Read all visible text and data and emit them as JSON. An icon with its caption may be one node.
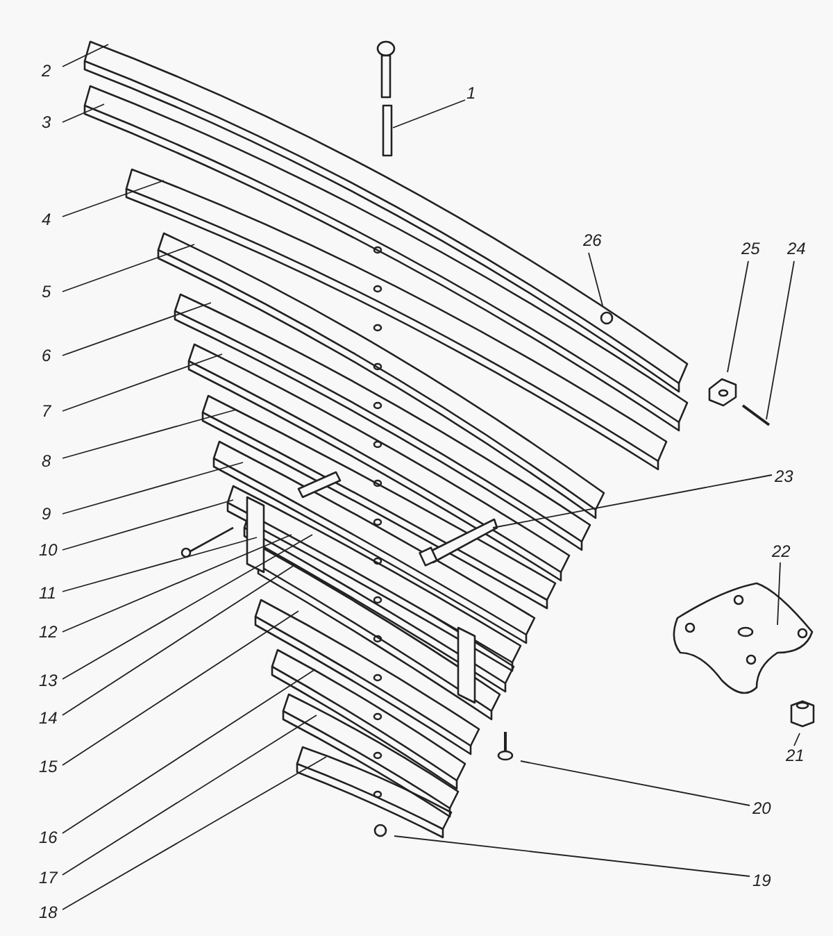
{
  "diagram": {
    "nodes": [
      {
        "text": [
          "1"
        ]
      },
      {
        "text": [
          "2"
        ]
      },
      {
        "text": [
          "3"
        ]
      },
      {
        "text": [
          "4"
        ]
      },
      {
        "text": [
          "5"
        ]
      },
      {
        "text": [
          "6"
        ]
      },
      {
        "text": [
          "7"
        ]
      },
      {
        "text": [
          "8"
        ]
      },
      {
        "text": [
          "9"
        ]
      },
      {
        "text": [
          "10"
        ]
      },
      {
        "text": [
          "11"
        ]
      },
      {
        "text": [
          "12"
        ]
      },
      {
        "text": [
          "13"
        ]
      },
      {
        "text": [
          "14"
        ]
      },
      {
        "text": [
          "15"
        ]
      },
      {
        "text": [
          "16"
        ]
      },
      {
        "text": [
          "17"
        ]
      },
      {
        "text": [
          "18"
        ]
      },
      {
        "text": [
          "19"
        ]
      },
      {
        "text": [
          "20"
        ]
      },
      {
        "text": [
          "21"
        ]
      },
      {
        "text": [
          "22"
        ]
      },
      {
        "text": [
          "23"
        ]
      },
      {
        "text": [
          "24"
        ]
      },
      {
        "text": [
          "25"
        ]
      },
      {
        "text": [
          "26"
        ]
      }
    ],
    "edges": [
      {
        "from": 0,
        "to": null,
        "arrow": "none"
      },
      {
        "from": 1,
        "to": null,
        "arrow": "none"
      },
      {
        "from": 2,
        "to": null,
        "arrow": "none"
      },
      {
        "from": 3,
        "to": null,
        "arrow": "none"
      },
      {
        "from": 4,
        "to": null,
        "arrow": "none"
      },
      {
        "from": 5,
        "to": null,
        "arrow": "none"
      },
      {
        "from": 6,
        "to": null,
        "arrow": "none"
      },
      {
        "from": 7,
        "to": null,
        "arrow": "none"
      },
      {
        "from": 8,
        "to": null,
        "arrow": "none"
      },
      {
        "from": 9,
        "to": null,
        "arrow": "none"
      },
      {
        "from": 10,
        "to": null,
        "arrow": "none"
      },
      {
        "from": 11,
        "to": null,
        "arrow": "none"
      },
      {
        "from": 12,
        "to": null,
        "arrow": "none"
      },
      {
        "from": 13,
        "to": null,
        "arrow": "none"
      },
      {
        "from": 14,
        "to": null,
        "arrow": "none"
      },
      {
        "from": 15,
        "to": null,
        "arrow": "none"
      },
      {
        "from": 16,
        "to": null,
        "arrow": "none"
      },
      {
        "from": 17,
        "to": null,
        "arrow": "none"
      },
      {
        "from": 18,
        "to": null,
        "arrow": "none"
      },
      {
        "from": 19,
        "to": null,
        "arrow": "none"
      },
      {
        "from": 20,
        "to": null,
        "arrow": "none"
      },
      {
        "from": 21,
        "to": null,
        "arrow": "none"
      },
      {
        "from": 22,
        "to": null,
        "arrow": "none"
      },
      {
        "from": 23,
        "to": null,
        "arrow": "none"
      },
      {
        "from": 24,
        "to": null,
        "arrow": "none"
      },
      {
        "from": 25,
        "to": null,
        "arrow": "none"
      }
    ]
  }
}
